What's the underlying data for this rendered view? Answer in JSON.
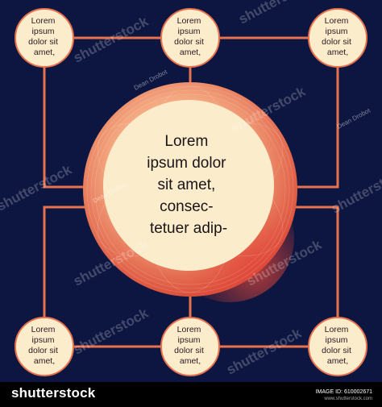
{
  "center_text": [
    "Lorem",
    "ipsum dolor",
    "sit amet,",
    "consec-",
    "tetuer adip-"
  ],
  "nodes": [
    {
      "lines": [
        "Lorem",
        "ipsum",
        "dolor sit",
        "amet,"
      ]
    },
    {
      "lines": [
        "Lorem",
        "ipsum",
        "dolor sit",
        "amet,"
      ]
    },
    {
      "lines": [
        "Lorem",
        "ipsum",
        "dolor sit",
        "amet,"
      ]
    },
    {
      "lines": [
        "Lorem",
        "ipsum",
        "dolor sit",
        "amet,"
      ]
    },
    {
      "lines": [
        "Lorem",
        "ipsum",
        "dolor sit",
        "amet,"
      ]
    },
    {
      "lines": [
        "Lorem",
        "ipsum",
        "dolor sit",
        "amet,"
      ]
    }
  ],
  "colors": {
    "background": "#0c1640",
    "connector": "#e8714e",
    "node_fill": "#fbeccb",
    "node_border": "#e8714e",
    "ring_outer": "#e05a40",
    "ring_inner": "#f5b58e",
    "center_fill": "#fbeccb"
  },
  "watermark": {
    "brand": "shutterstock",
    "author": "Dean Drobot"
  },
  "footer": {
    "brand": "shutterstock",
    "image_id": "IMAGE ID: 610002671",
    "site": "www.shutterstock.com"
  }
}
